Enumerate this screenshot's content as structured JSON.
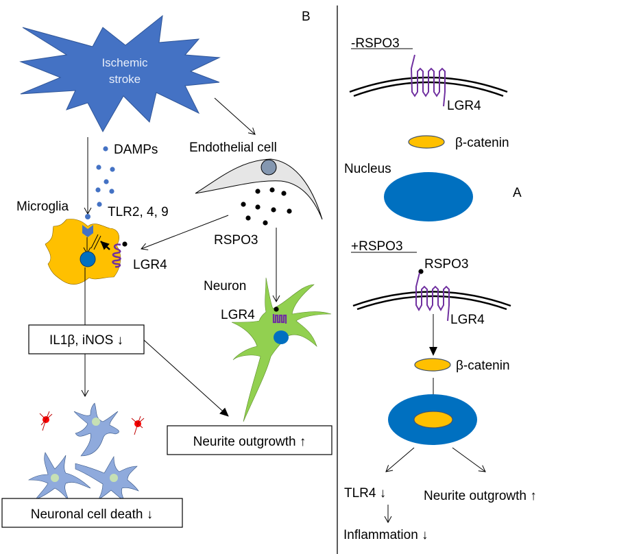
{
  "figure": {
    "panel_labels": {
      "left": "B",
      "right": "A"
    },
    "colors": {
      "stroke_star": "#4472c4",
      "microglia": "#ffc000",
      "nucleus": "#0070c0",
      "lgr4": "#7030a0",
      "neuron_green": "#92d050",
      "endothelial": "#e6e6e6",
      "endo_nucleus": "#8497b0",
      "dying_neuron": "#8faadc",
      "dead_cell": "#ff0000",
      "beta_catenin": "#ffc000"
    },
    "left_panel": {
      "stroke_label_line1": "Ischemic",
      "stroke_label_line2": "stroke",
      "damps": "DAMPs",
      "microglia": "Microglia",
      "tlr": "TLR2, 4, 9",
      "endothelial_cell": "Endothelial cell",
      "rspo3": "RSPO3",
      "lgr4_microglia": "LGR4",
      "neuron": "Neuron",
      "lgr4_neuron": "LGR4",
      "cytokines_box": "IL1β, iNOS ↓",
      "neurite_box": "Neurite outgrowth ↑",
      "cell_death_box": "Neuronal cell death ↓"
    },
    "right_panel": {
      "minus_rspo3": "-RSPO3",
      "lgr4_top": "LGR4",
      "beta_catenin_top": "β-catenin",
      "nucleus": "Nucleus",
      "plus_rspo3": "+RSPO3",
      "rspo3_ligand": "RSPO3",
      "lgr4_bottom": "LGR4",
      "beta_catenin_bottom": "β-catenin",
      "tlr4": "TLR4 ↓",
      "neurite": "Neurite outgrowth ↑",
      "inflammation": "Inflammation ↓"
    }
  }
}
